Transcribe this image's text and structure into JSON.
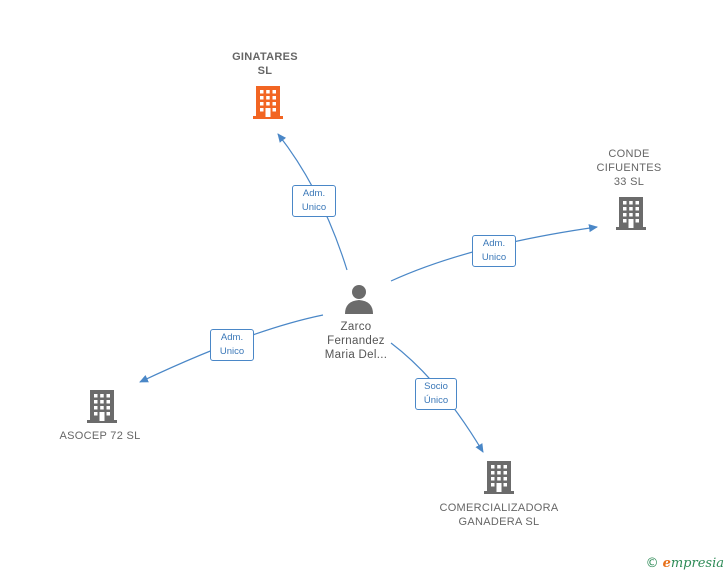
{
  "colors": {
    "edge": "#4a87c7",
    "highlight_company": "#f26522",
    "company": "#6b6b6b",
    "person": "#6b6b6b"
  },
  "nodes": {
    "ginatares": {
      "line1": "GINATARES",
      "line2": "SL",
      "icon": "building-icon"
    },
    "conde": {
      "line1": "CONDE",
      "line2": "CIFUENTES",
      "line3": "33 SL",
      "icon": "building-icon"
    },
    "asocep": {
      "line1": "ASOCEP 72 SL",
      "icon": "building-icon"
    },
    "comercializadora": {
      "line1": "COMERCIALIZADORA",
      "line2": "GANADERA SL",
      "icon": "building-icon"
    },
    "person": {
      "line1": "Zarco",
      "line2": "Fernandez",
      "line3": "Maria Del...",
      "icon": "person-icon"
    }
  },
  "edges": {
    "ginatares": {
      "line1": "Adm.",
      "line2": "Unico"
    },
    "conde": {
      "line1": "Adm.",
      "line2": "Unico"
    },
    "asocep": {
      "line1": "Adm.",
      "line2": "Unico"
    },
    "comercializadora": {
      "line1": "Socio",
      "line2": "Único"
    }
  },
  "brand": {
    "copyright": "©",
    "initial": "e",
    "rest": "mpresia"
  }
}
